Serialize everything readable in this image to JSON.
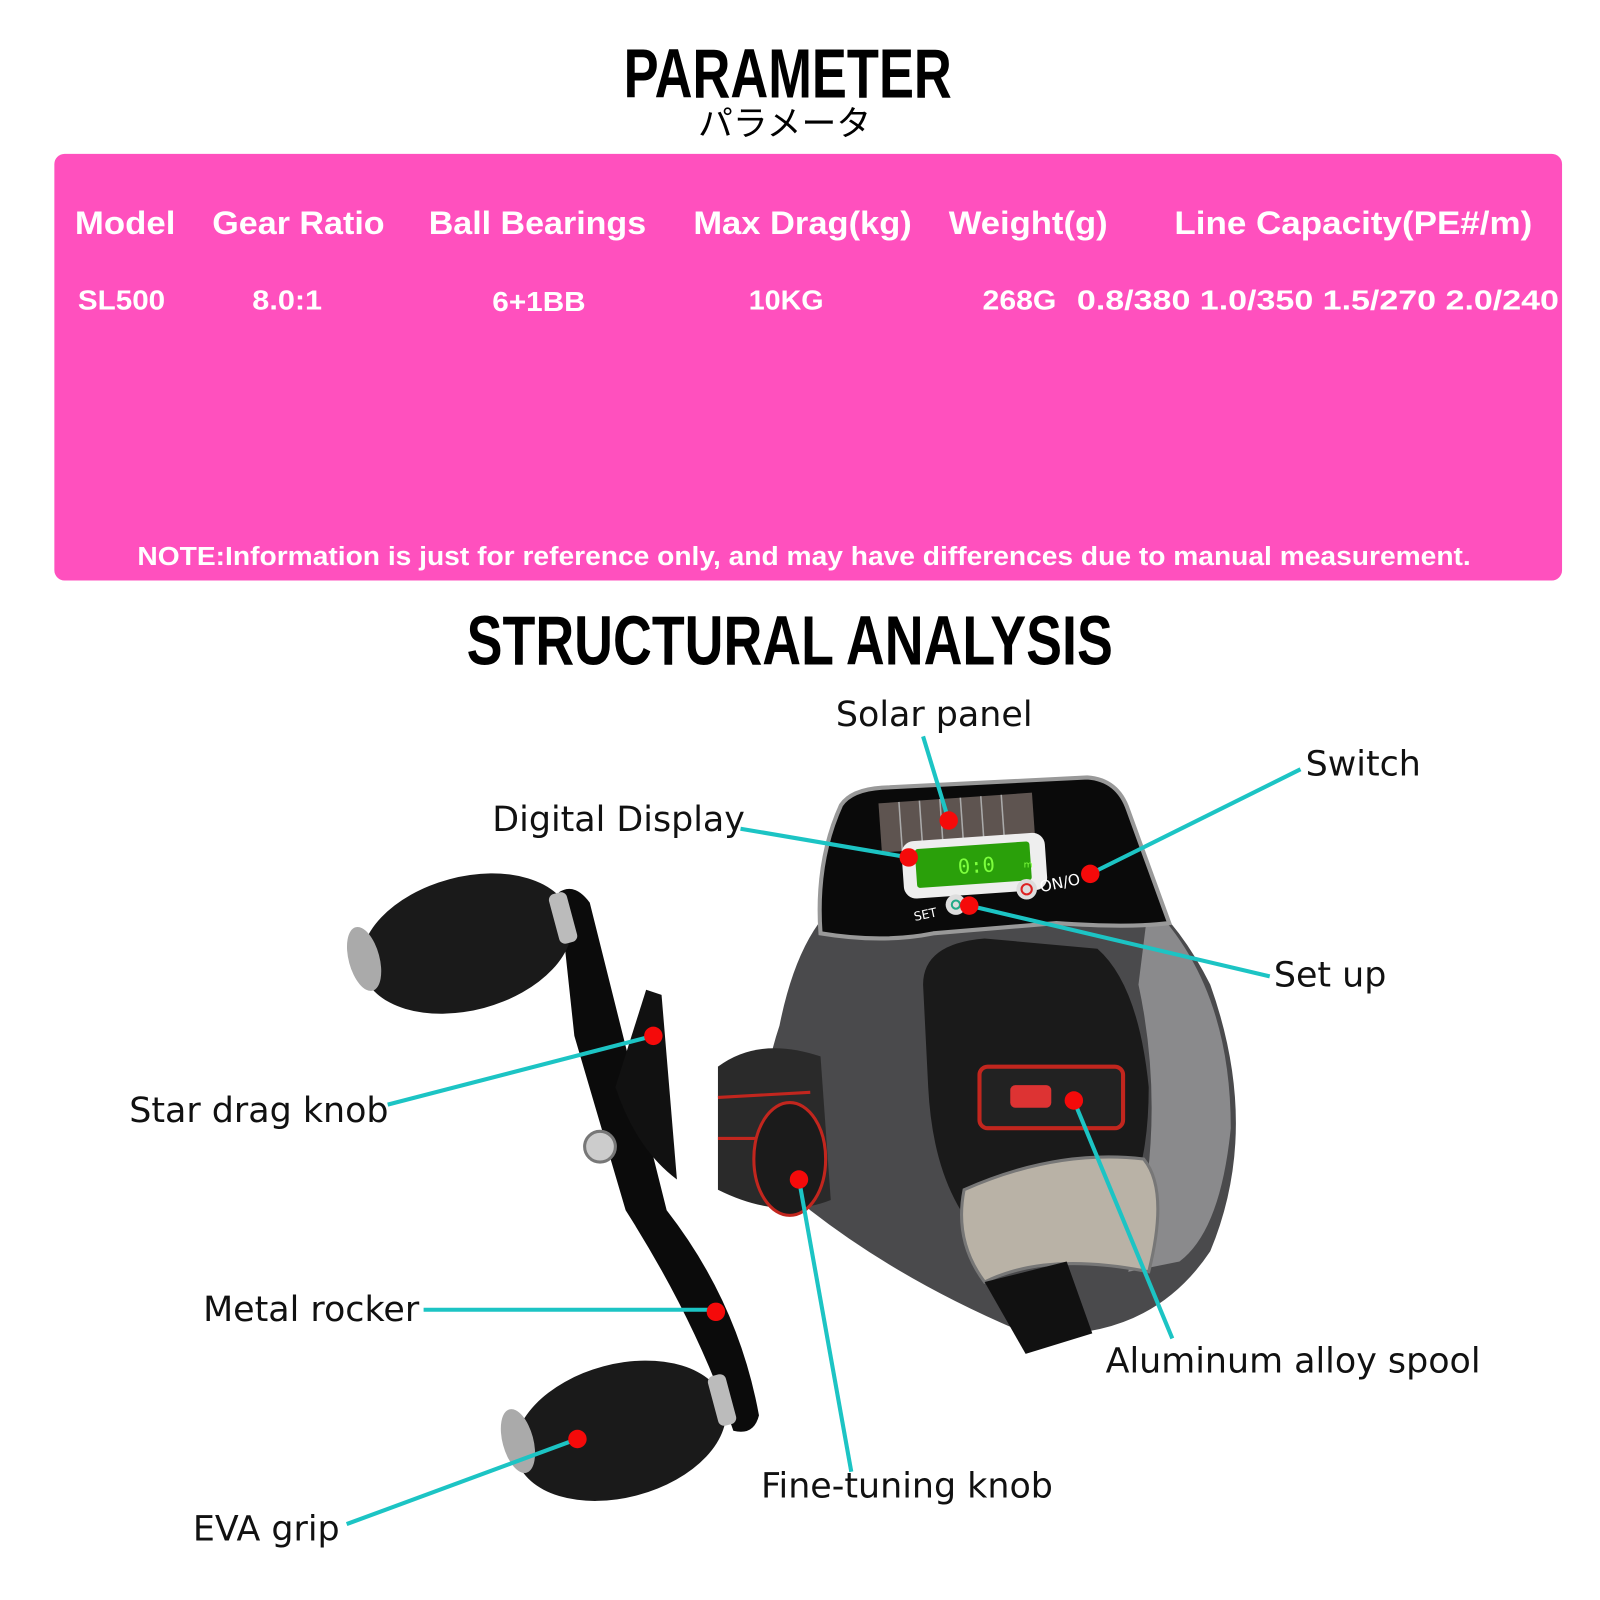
{
  "title": "PARAMETER",
  "title_jp": "パラメータ",
  "spec_table": {
    "headers": [
      "Model",
      "Gear Ratio",
      "Ball Bearings",
      "Max Drag(kg)",
      "Weight(g)",
      "Line Capacity(PE#/m)"
    ],
    "values": [
      "SL500",
      "8.0:1",
      "6+1BB",
      "10KG",
      "268G",
      "0.8/380 1.0/350 1.5/270 2.0/240"
    ]
  },
  "note": "NOTE:Information is just for reference only, and may have differences due to manual measurement.",
  "section_title": "STRUCTURAL ANALYSIS",
  "display_readout": "0:0",
  "display_unit": "m",
  "panel_set": "SET",
  "panel_onoff": "ON/O",
  "labels": {
    "solar_panel": "Solar panel",
    "switch": "Switch",
    "digital_display": "Digital Display",
    "set_up": "Set up",
    "star_drag_knob": "Star drag knob",
    "metal_rocker": "Metal rocker",
    "aluminum_alloy_spool": "Aluminum alloy spool",
    "fine_tuning_knob": "Fine-tuning knob",
    "eva_grip": "EVA grip"
  },
  "colors": {
    "panel": "#ff50be",
    "leader": "#1cc4c4",
    "marker": "#f50a0a"
  }
}
